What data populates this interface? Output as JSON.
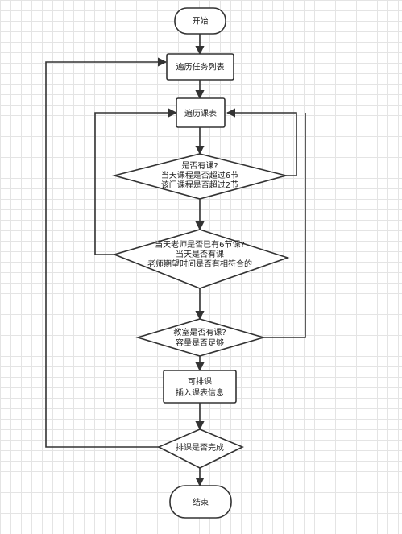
{
  "nodes": {
    "start": "开始",
    "traverse_tasks": "遍历任务列表",
    "traverse_schedule": "遍历课表",
    "check1": [
      "是否有课?",
      "当天课程是否超过6节",
      "该门课程是否超过2节"
    ],
    "check2": [
      "当天老师是否已有6节课?",
      "当天是否有课",
      "老师期望时间是否有相符合的"
    ],
    "check3": [
      "教室是否有课?",
      "容量是否足够"
    ],
    "schedulable": [
      "可排课",
      "插入课表信息"
    ],
    "done_check": "排课是否完成",
    "end": "结束"
  },
  "colors": {
    "stroke": "#333333",
    "grid": "#e4e4e4",
    "fill": "#ffffff"
  }
}
